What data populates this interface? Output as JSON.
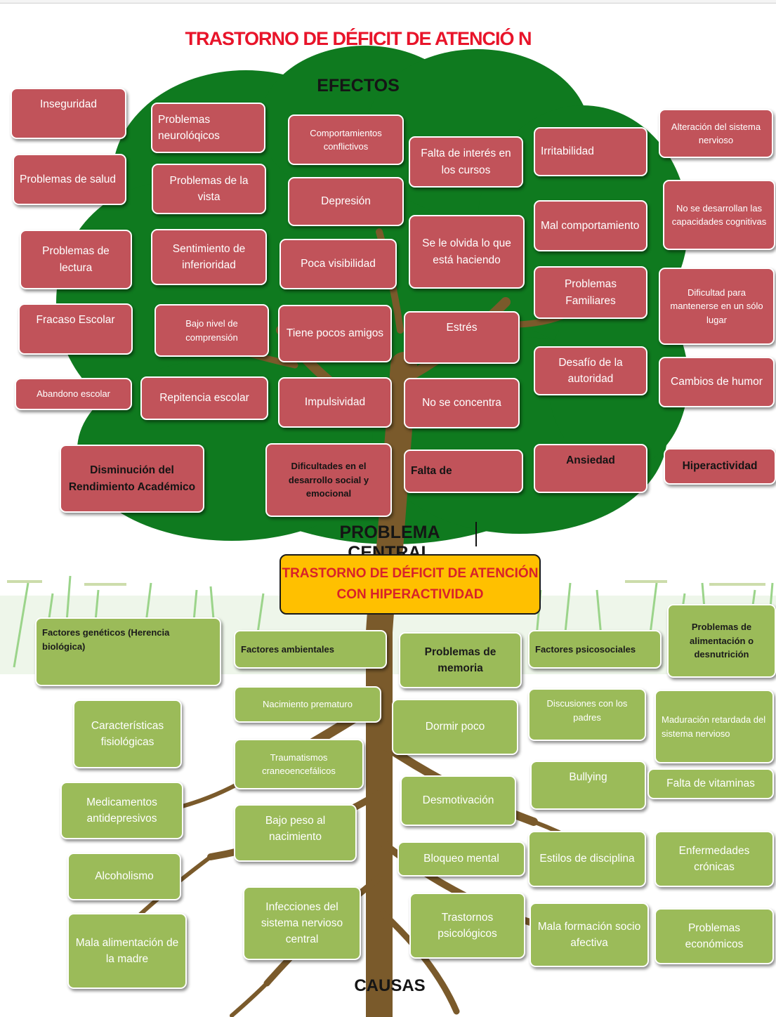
{
  "title": "TRASTORNO DE DÉFICIT DE ATENCIÓ N",
  "headings": {
    "effects": "EFECTOS",
    "central": "PROBLEMA CENTRAL",
    "causes": "CAUSAS"
  },
  "central_problem": "TRASTORNO DE DÉFICIT DE ATENCIÓN CON HIPERACTIVIDAD",
  "effects": [
    "Inseguridad",
    "Problemas neurolóqicos",
    "Comportamientos conflictivos",
    "Falta de interés en los cursos",
    "Irritabilidad",
    "Alteración del sistema nervioso",
    "Problemas de salud",
    "Problemas de la vista",
    "Depresión",
    "Mal comportamiento",
    "No se desarrollan las capacidades cognitivas",
    "Problemas de lectura",
    "Sentimiento de inferioridad",
    "Poca visibilidad",
    "Se le olvida lo que está haciendo",
    "Problemas Familiares",
    "Dificultad para mantenerse en un sólo lugar",
    "Fracaso Escolar",
    "Bajo nivel de comprensión",
    "Tiene pocos amigos",
    "Estrés",
    "Desafío de la autoridad",
    "Cambios de humor",
    "Abandono escolar",
    "Repitencia escolar",
    "Impulsividad",
    "No se concentra",
    "Disminución del Rendimiento Académico",
    "Dificultades en el desarrollo social y emocional",
    "Falta de",
    "Ansiedad",
    "Hiperactividad"
  ],
  "causes": [
    "Factores genéticos (Herencia biológica)",
    "Factores ambientales",
    "Problemas de memoria",
    "Factores psicosociales",
    "Problemas de alimentación o desnutrición",
    "Características fisiológicas",
    "Nacimiento prematuro",
    "Dormir poco",
    "Discusiones con los padres",
    "Maduración retardada del sistema nervioso",
    "Traumatismos craneoencefálicos",
    "Desmotivación",
    "Bullying",
    "Falta de vitaminas",
    "Medicamentos antidepresivos",
    "Bajo peso al nacimiento",
    "Bloqueo mental",
    "Estilos de disciplina",
    "Enfermedades crónicas",
    "Alcoholismo",
    "Infecciones del sistema nervioso central",
    "Trastornos psicológicos",
    "Mala formación socio afectiva",
    "Problemas económicos",
    "Mala alimentación de la madre"
  ],
  "colors": {
    "canopy": "#0f7a1f",
    "trunk": "#7a5a2b",
    "effect_box": "#c1535a",
    "cause_box": "#9bbb59",
    "central_box": "#ffc000",
    "title": "#e8142a"
  }
}
